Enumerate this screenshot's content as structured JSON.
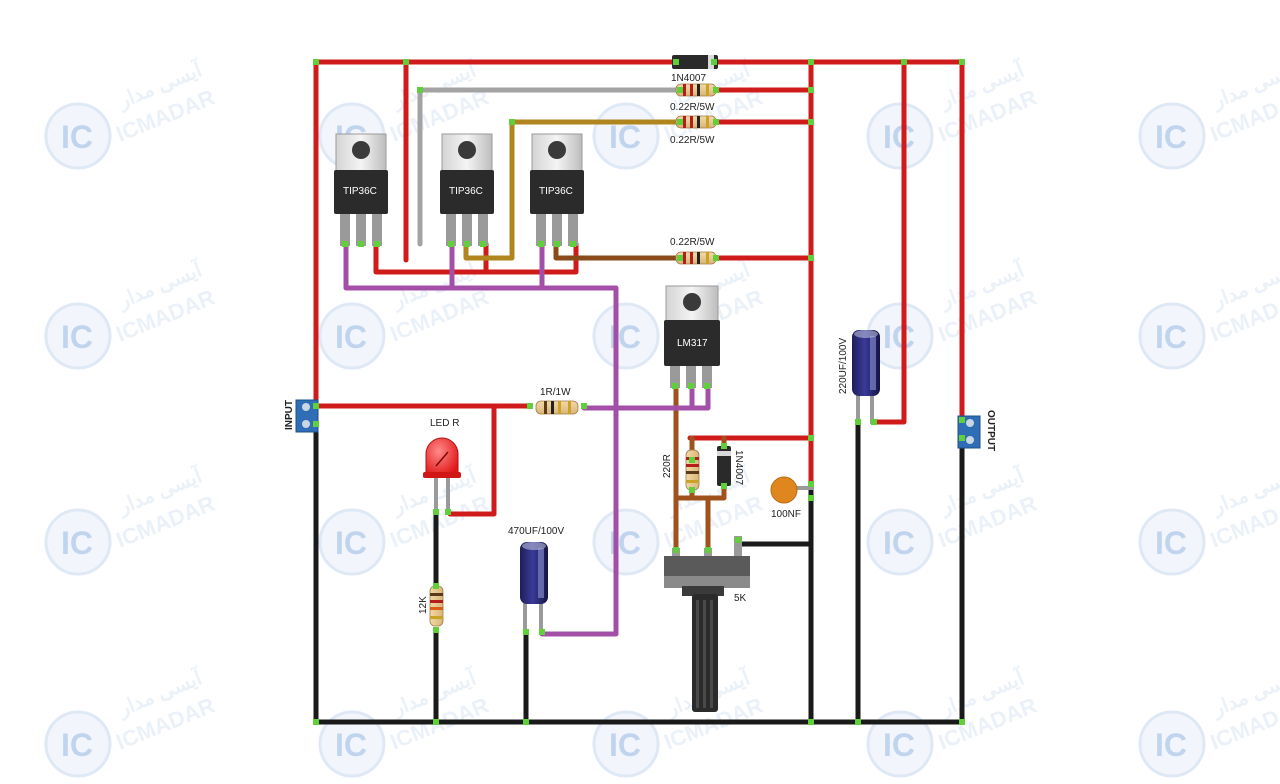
{
  "watermark": {
    "logo_text": "IC",
    "brand_latin": "ICMADAR",
    "brand_persian": "آیسی مدار"
  },
  "components": {
    "diode_top": "1N4007",
    "res_1": "0.22R/5W",
    "res_2": "0.22R/5W",
    "res_3": "0.22R/5W",
    "tip_1": "TIP36C",
    "tip_2": "TIP36C",
    "tip_3": "TIP36C",
    "regulator": "LM317",
    "input": "INPUT",
    "output": "OUTPUT",
    "res_1r": "1R/1W",
    "led": "LED R",
    "res_12k": "12K",
    "cap_470": "470UF/100V",
    "res_220": "220R",
    "diode_mid": "1N4007",
    "cap_100nf": "100NF",
    "pot": "5K",
    "cap_220": "220UF/100V"
  }
}
